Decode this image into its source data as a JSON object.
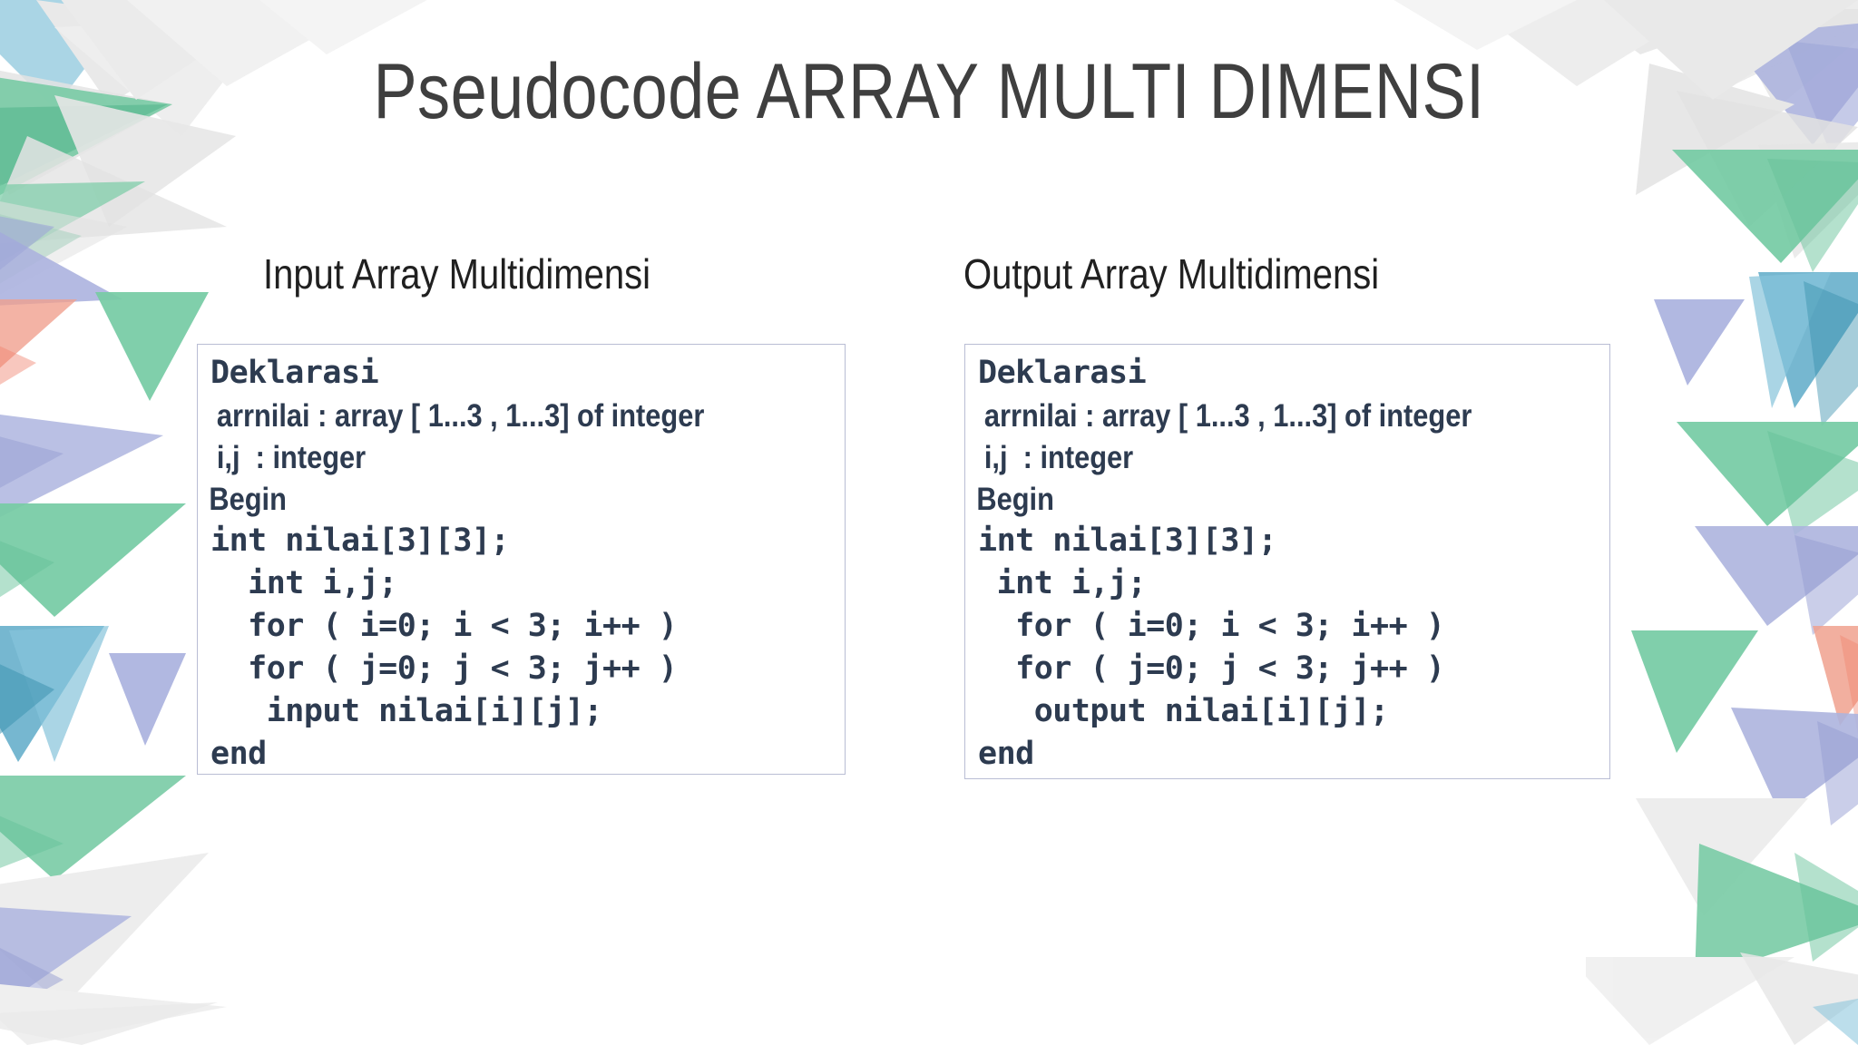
{
  "slide": {
    "title": "Pseudocode ARRAY MULTI DIMENSI",
    "background_color": "#ffffff",
    "title_color": "#3f3f3f",
    "code_text_color": "#2d3b50",
    "box_border_color": "#b9bdd4"
  },
  "columns": [
    {
      "heading": "Input Array Multidimensi",
      "code_lines": [
        {
          "text": "Deklarasi",
          "style": "mono"
        },
        {
          "text": " arrnilai : array [ 1...3 , 1...3] of integer",
          "style": "sans"
        },
        {
          "text": " i,j  : integer",
          "style": "sans"
        },
        {
          "text": "Begin",
          "style": "sans"
        },
        {
          "text": "int nilai[3][3];",
          "style": "mono"
        },
        {
          "text": "  int i,j;",
          "style": "mono"
        },
        {
          "text": "  for ( i=0; i < 3; i++ )",
          "style": "mono"
        },
        {
          "text": "  for ( j=0; j < 3; j++ )",
          "style": "mono"
        },
        {
          "text": "   input nilai[i][j];",
          "style": "mono"
        },
        {
          "text": "end",
          "style": "mono"
        }
      ]
    },
    {
      "heading": "Output Array Multidimensi",
      "code_lines": [
        {
          "text": "Deklarasi",
          "style": "mono"
        },
        {
          "text": " arrnilai : array [ 1...3 , 1...3] of integer",
          "style": "sans"
        },
        {
          "text": " i,j  : integer",
          "style": "sans"
        },
        {
          "text": "Begin",
          "style": "sans"
        },
        {
          "text": "int nilai[3][3];",
          "style": "mono"
        },
        {
          "text": " int i,j;",
          "style": "mono"
        },
        {
          "text": "  for ( i=0; i < 3; i++ )",
          "style": "mono"
        },
        {
          "text": "  for ( j=0; j < 3; j++ )",
          "style": "mono"
        },
        {
          "text": "   output nilai[i][j];",
          "style": "mono"
        },
        {
          "text": "end",
          "style": "mono"
        }
      ]
    }
  ],
  "decoration": {
    "description": "polygonal triangle confetti border",
    "palette": {
      "green": "#72c9a1",
      "green_dark": "#55b78e",
      "blue_violet": "#a9b0dd",
      "violet_dark": "#9aa2d6",
      "teal": "#7fc0d8",
      "teal_dark": "#3f9bbd",
      "salmon": "#ef9b88",
      "salmon_light": "#f6c3b6",
      "grey": "#e4e4e4",
      "grey_light": "#efefef"
    }
  }
}
